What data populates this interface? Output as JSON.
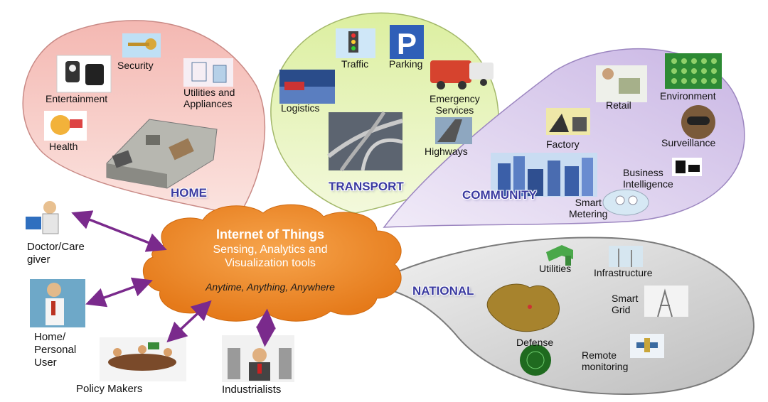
{
  "center": {
    "title": "Internet of Things",
    "subtitle_line1": "Sensing, Analytics and",
    "subtitle_line2": "Visualization tools",
    "tagline": "Anytime, Anything, Anywhere"
  },
  "sections": {
    "home": {
      "title": "HOME",
      "items": {
        "security": "Security",
        "entertainment": "Entertainment",
        "utilities": "Utilities and\nAppliances",
        "health": "Health"
      }
    },
    "transport": {
      "title": "TRANSPORT",
      "items": {
        "traffic": "Traffic",
        "parking": "Parking",
        "logistics": "Logistics",
        "emergency": "Emergency\nServices",
        "highways": "Highways"
      }
    },
    "community": {
      "title": "COMMUNITY",
      "items": {
        "retail": "Retail",
        "environment": "Environment",
        "factory": "Factory",
        "surveillance": "Surveillance",
        "business": "Business\nIntelligence",
        "metering": "Smart\nMetering"
      }
    },
    "national": {
      "title": "NATIONAL",
      "items": {
        "utilities": "Utilities",
        "infrastructure": "Infrastructure",
        "smart_grid": "Smart\nGrid",
        "defense": "Defense",
        "remote": "Remote\nmonitoring"
      }
    }
  },
  "actors": {
    "doctor": "Doctor/Care\ngiver",
    "home_user": "Home/\nPersonal\nUser",
    "policy": "Policy Makers",
    "industrialists": "Industrialists"
  },
  "colors": {
    "home_fill": "#f6c4c0",
    "transport_fill": "#e6f2b8",
    "community_fill": "#ddd0ec",
    "national_fill": "#d6d6d6",
    "cloud": "#f08a2c",
    "arrow": "#7a2a8c",
    "section_title": "#3a3aa0"
  }
}
